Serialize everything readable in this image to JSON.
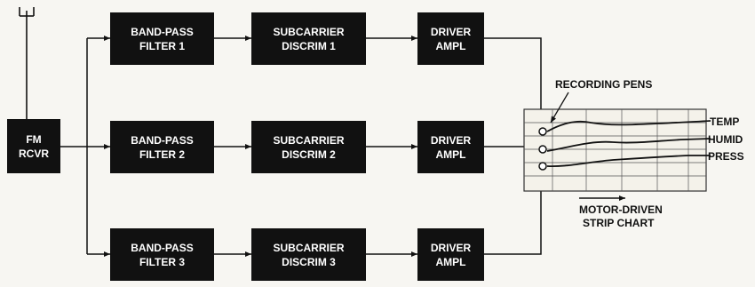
{
  "receiver": {
    "line1": "FM",
    "line2": "RCVR"
  },
  "filters": [
    {
      "line1": "BAND-PASS",
      "line2": "FILTER 1"
    },
    {
      "line1": "BAND-PASS",
      "line2": "FILTER 2"
    },
    {
      "line1": "BAND-PASS",
      "line2": "FILTER 3"
    }
  ],
  "discriminators": [
    {
      "line1": "SUBCARRIER",
      "line2": "DISCRIM 1"
    },
    {
      "line1": "SUBCARRIER",
      "line2": "DISCRIM 2"
    },
    {
      "line1": "SUBCARRIER",
      "line2": "DISCRIM 3"
    }
  ],
  "amplifiers": [
    {
      "line1": "DRIVER",
      "line2": "AMPL"
    },
    {
      "line1": "DRIVER",
      "line2": "AMPL"
    },
    {
      "line1": "DRIVER",
      "line2": "AMPL"
    }
  ],
  "recorder": {
    "pens_label": "RECORDING PENS",
    "channels": [
      "TEMP",
      "HUMID",
      "PRESS"
    ],
    "chart_label_line1": "MOTOR-DRIVEN",
    "chart_label_line2": "STRIP CHART"
  }
}
